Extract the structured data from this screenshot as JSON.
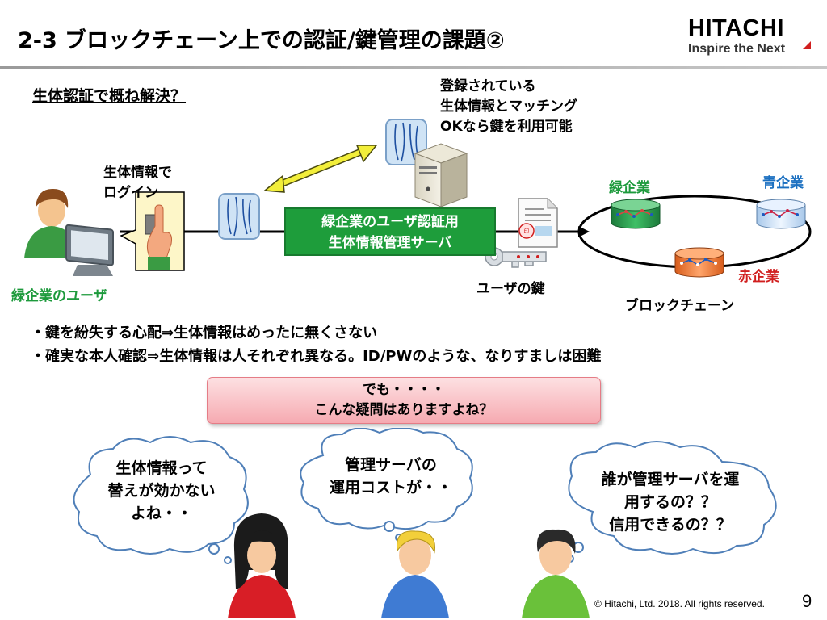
{
  "slide": {
    "title": "2-3  ブロックチェーン上での認証/鍵管理の課題②",
    "subtitle": "生体認証で概ね解決？",
    "page_number": "9",
    "copyright": "© Hitachi, Ltd. 2018. All rights reserved."
  },
  "logo": {
    "name": "HITACHI",
    "tagline": "Inspire the Next"
  },
  "diagram": {
    "login_note": [
      "生体情報で",
      "ログイン"
    ],
    "user_label": "緑企業のユーザ",
    "match_note": [
      "登録されている",
      "生体情報とマッチング",
      "OKなら鍵を利用可能"
    ],
    "server_label": [
      "緑企業のユーザ認証用",
      "生体情報管理サーバ"
    ],
    "key_label": "ユーザの鍵",
    "green_company": "緑企業",
    "blue_company": "青企業",
    "red_company": "赤企業",
    "blockchain_label": "ブロックチェーン"
  },
  "bullets": [
    "・鍵を紛失する心配⇒生体情報はめったに無くさない",
    "・確実な本人確認⇒生体情報は人それぞれ異なる。ID/PWのような、なりすましは困難"
  ],
  "callout": [
    "でも・・・・",
    "こんな疑問はありますよね？"
  ],
  "bubbles": [
    {
      "lines": [
        "生体情報って",
        "替えが効かない",
        "よね・・"
      ]
    },
    {
      "lines": [
        "管理サーバの",
        "運用コストが・・"
      ]
    },
    {
      "lines": [
        "誰が管理サーバを運",
        "用するの？？",
        "信用できるの？？"
      ]
    }
  ],
  "colors": {
    "green": "#1d9a3c",
    "blue": "#1a6fc0",
    "red": "#d11f1f",
    "pink": "#f6aab1",
    "yellow": "#f2ee3a"
  }
}
